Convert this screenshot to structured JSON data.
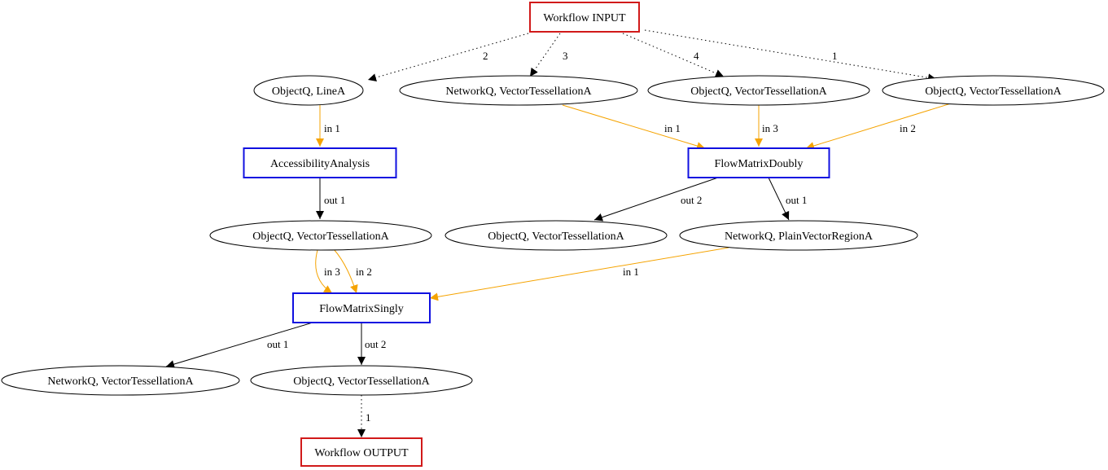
{
  "colors": {
    "io_border": "#d11a1a",
    "process_border": "#1010e0",
    "data_border": "#000000",
    "flow_edge": "#f5a300",
    "result_edge": "#000000",
    "io_edge": "#000000"
  },
  "nodes": [
    {
      "id": "input",
      "kind": "io",
      "label": "Workflow INPUT"
    },
    {
      "id": "d_objq_linea",
      "kind": "data",
      "label": "ObjectQ, LineA"
    },
    {
      "id": "d_netq_vta_1",
      "kind": "data",
      "label": "NetworkQ, VectorTessellationA"
    },
    {
      "id": "d_objq_vta_1",
      "kind": "data",
      "label": "ObjectQ, VectorTessellationA"
    },
    {
      "id": "d_objq_vta_2",
      "kind": "data",
      "label": "ObjectQ, VectorTessellationA"
    },
    {
      "id": "p_access",
      "kind": "process",
      "label": "AccessibilityAnalysis"
    },
    {
      "id": "p_doubly",
      "kind": "process",
      "label": "FlowMatrixDoubly"
    },
    {
      "id": "d_objq_vta_3",
      "kind": "data",
      "label": "ObjectQ, VectorTessellationA"
    },
    {
      "id": "d_objq_vta_4",
      "kind": "data",
      "label": "ObjectQ, VectorTessellationA"
    },
    {
      "id": "d_netq_pvra",
      "kind": "data",
      "label": "NetworkQ, PlainVectorRegionA"
    },
    {
      "id": "p_singly",
      "kind": "process",
      "label": "FlowMatrixSingly"
    },
    {
      "id": "d_netq_vta_2",
      "kind": "data",
      "label": "NetworkQ, VectorTessellationA"
    },
    {
      "id": "d_objq_vta_5",
      "kind": "data",
      "label": "ObjectQ, VectorTessellationA"
    },
    {
      "id": "output",
      "kind": "io",
      "label": "Workflow OUTPUT"
    }
  ],
  "edges": [
    {
      "id": "e1",
      "from": "input",
      "to": "d_objq_linea",
      "style": "io",
      "label": "2"
    },
    {
      "id": "e2",
      "from": "input",
      "to": "d_netq_vta_1",
      "style": "io",
      "label": "3"
    },
    {
      "id": "e3",
      "from": "input",
      "to": "d_objq_vta_1",
      "style": "io",
      "label": "4"
    },
    {
      "id": "e4",
      "from": "input",
      "to": "d_objq_vta_2",
      "style": "io",
      "label": "1"
    },
    {
      "id": "e5",
      "from": "d_objq_linea",
      "to": "p_access",
      "style": "flow",
      "label": "in 1"
    },
    {
      "id": "e6",
      "from": "d_netq_vta_1",
      "to": "p_doubly",
      "style": "flow",
      "label": "in 1"
    },
    {
      "id": "e7",
      "from": "d_objq_vta_1",
      "to": "p_doubly",
      "style": "flow",
      "label": "in 3"
    },
    {
      "id": "e8",
      "from": "d_objq_vta_2",
      "to": "p_doubly",
      "style": "flow",
      "label": "in 2"
    },
    {
      "id": "e9",
      "from": "p_access",
      "to": "d_objq_vta_3",
      "style": "result",
      "label": "out 1"
    },
    {
      "id": "e10",
      "from": "p_doubly",
      "to": "d_objq_vta_4",
      "style": "result",
      "label": "out 2"
    },
    {
      "id": "e11",
      "from": "p_doubly",
      "to": "d_netq_pvra",
      "style": "result",
      "label": "out 1"
    },
    {
      "id": "e12",
      "from": "d_objq_vta_3",
      "to": "p_singly",
      "style": "flow",
      "label": "in 3"
    },
    {
      "id": "e13",
      "from": "d_objq_vta_3",
      "to": "p_singly",
      "style": "flow",
      "label": "in 2"
    },
    {
      "id": "e14",
      "from": "d_netq_pvra",
      "to": "p_singly",
      "style": "flow",
      "label": "in 1"
    },
    {
      "id": "e15",
      "from": "p_singly",
      "to": "d_netq_vta_2",
      "style": "result",
      "label": "out 1"
    },
    {
      "id": "e16",
      "from": "p_singly",
      "to": "d_objq_vta_5",
      "style": "result",
      "label": "out 2"
    },
    {
      "id": "e17",
      "from": "d_objq_vta_5",
      "to": "output",
      "style": "io",
      "label": "1"
    }
  ]
}
